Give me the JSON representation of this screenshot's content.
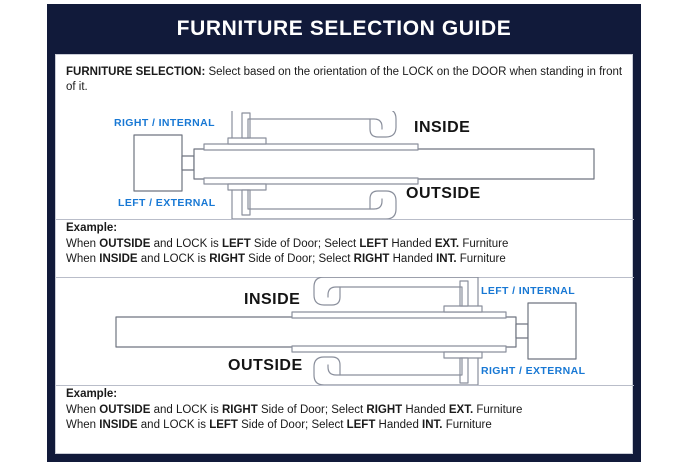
{
  "header": {
    "title": "FURNITURE SELECTION GUIDE"
  },
  "intro": {
    "label": "FURNITURE SELECTION:",
    "text": " Select based on the orientation of the LOCK on the DOOR when standing in front of it."
  },
  "diagram_top": {
    "label_upper_left": "RIGHT / INTERNAL",
    "label_lower_left": "LEFT / EXTERNAL",
    "label_upper_right": "INSIDE",
    "label_lower_right": "OUTSIDE"
  },
  "example_top": {
    "heading": "Example:",
    "line1": {
      "p1": "When ",
      "b1": "OUTSIDE",
      "p2": " and LOCK is ",
      "b2": "LEFT",
      "p3": " Side of Door;   Select ",
      "b3": "LEFT",
      "p4": " Handed ",
      "b4": "EXT.",
      "p5": " Furniture"
    },
    "line2": {
      "p1": "When ",
      "b1": "INSIDE",
      "p2": " and LOCK is ",
      "b2": "RIGHT",
      "p3": " Side of Door;  Select ",
      "b3": "RIGHT",
      "p4": " Handed ",
      "b4": "INT.",
      "p5": " Furniture"
    }
  },
  "diagram_bottom": {
    "label_upper_right": "LEFT / INTERNAL",
    "label_lower_right": "RIGHT / EXTERNAL",
    "label_upper_left": "INSIDE",
    "label_lower_left": "OUTSIDE"
  },
  "example_bottom": {
    "heading": "Example:",
    "line1": {
      "p1": "When ",
      "b1": "OUTSIDE",
      "p2": " and LOCK is ",
      "b2": "RIGHT",
      "p3": " Side of Door;   Select ",
      "b3": "RIGHT",
      "p4": " Handed ",
      "b4": "EXT.",
      "p5": " Furniture"
    },
    "line2": {
      "p1": "When ",
      "b1": "INSIDE",
      "p2": " and LOCK is ",
      "b2": "LEFT",
      "p3": " Side of Door;  Select ",
      "b3": "LEFT",
      "p4": " Handed ",
      "b4": "INT.",
      "p5": " Furniture"
    }
  },
  "colors": {
    "frame_navy": "#111a3a",
    "accent_blue": "#1878d4",
    "text_dark": "#1a1a1a",
    "line_grey": "#8a8f9c",
    "panel_white": "#ffffff"
  }
}
